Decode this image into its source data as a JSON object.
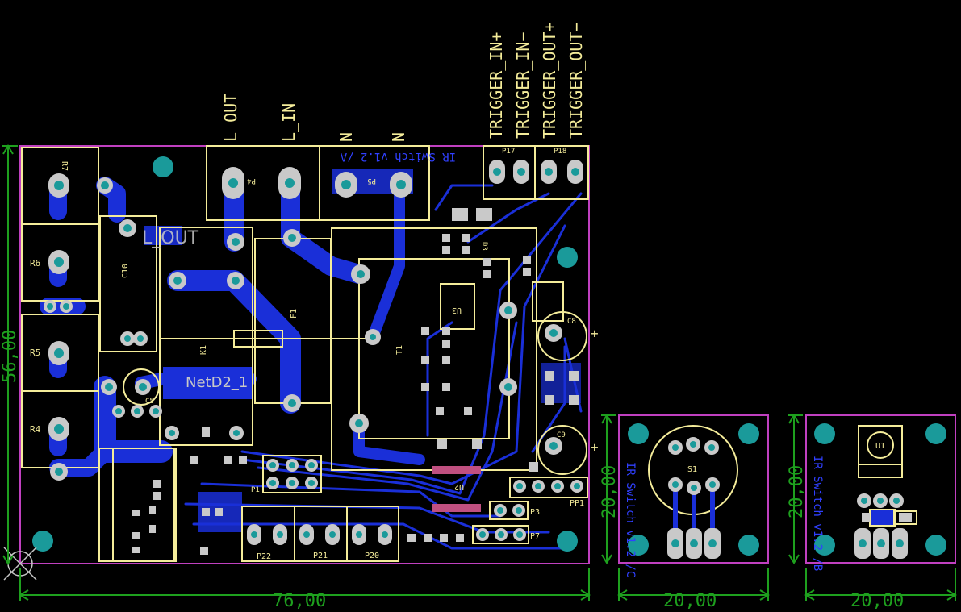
{
  "colors": {
    "background": "#000000",
    "board_outline": "#c040c0",
    "silkscreen": "#f4ec9a",
    "bottom_copper": "#1a2fd8",
    "pad": "#c9c9c9",
    "drill": "#1a9a9a",
    "dimension": "#1ea01e"
  },
  "net_labels": {
    "l_out": "L_OUT",
    "l_in": "L_IN",
    "n1": "N",
    "n2": "N",
    "trig_in_plus": "TRIGGER_IN+",
    "trig_in_minus": "TRIGGER_IN−",
    "trig_out_plus": "TRIGGER_OUT+",
    "trig_out_minus": "TRIGGER_OUT−"
  },
  "copper_text": {
    "l_out_pour": "L_OUT",
    "netd2": "NetD2_1",
    "title_main": "IR Switch v1.2 /A",
    "title_b": "IR Switch v1.2 /B",
    "title_c": "IR Switch v1.2 /C"
  },
  "components": {
    "r7": "R7",
    "r6": "R6",
    "r5": "R5",
    "r4": "R4",
    "c10": "C10",
    "k1": "K1",
    "f1": "F1",
    "t1": "T1",
    "u3": "U3",
    "u2": "U2",
    "d3": "D3",
    "c8": "C8",
    "c9": "C9",
    "c5": "C5",
    "p4": "P4",
    "p5": "P5",
    "p17": "P17",
    "p18": "P18",
    "p1": "P1",
    "p3": "P3",
    "p7": "P7",
    "p22": "P22",
    "p21": "P21",
    "p20": "P20",
    "pp1": "PP1",
    "s1": "S1",
    "u1": "U1"
  },
  "polarity": {
    "c8_plus": "+",
    "c9_plus": "+"
  },
  "dimensions": {
    "main_width": "76,00",
    "main_height": "56,00",
    "board_c_width": "20,00",
    "board_c_height": "20,00",
    "board_b_width": "20,00",
    "board_b_height": "20,00"
  }
}
